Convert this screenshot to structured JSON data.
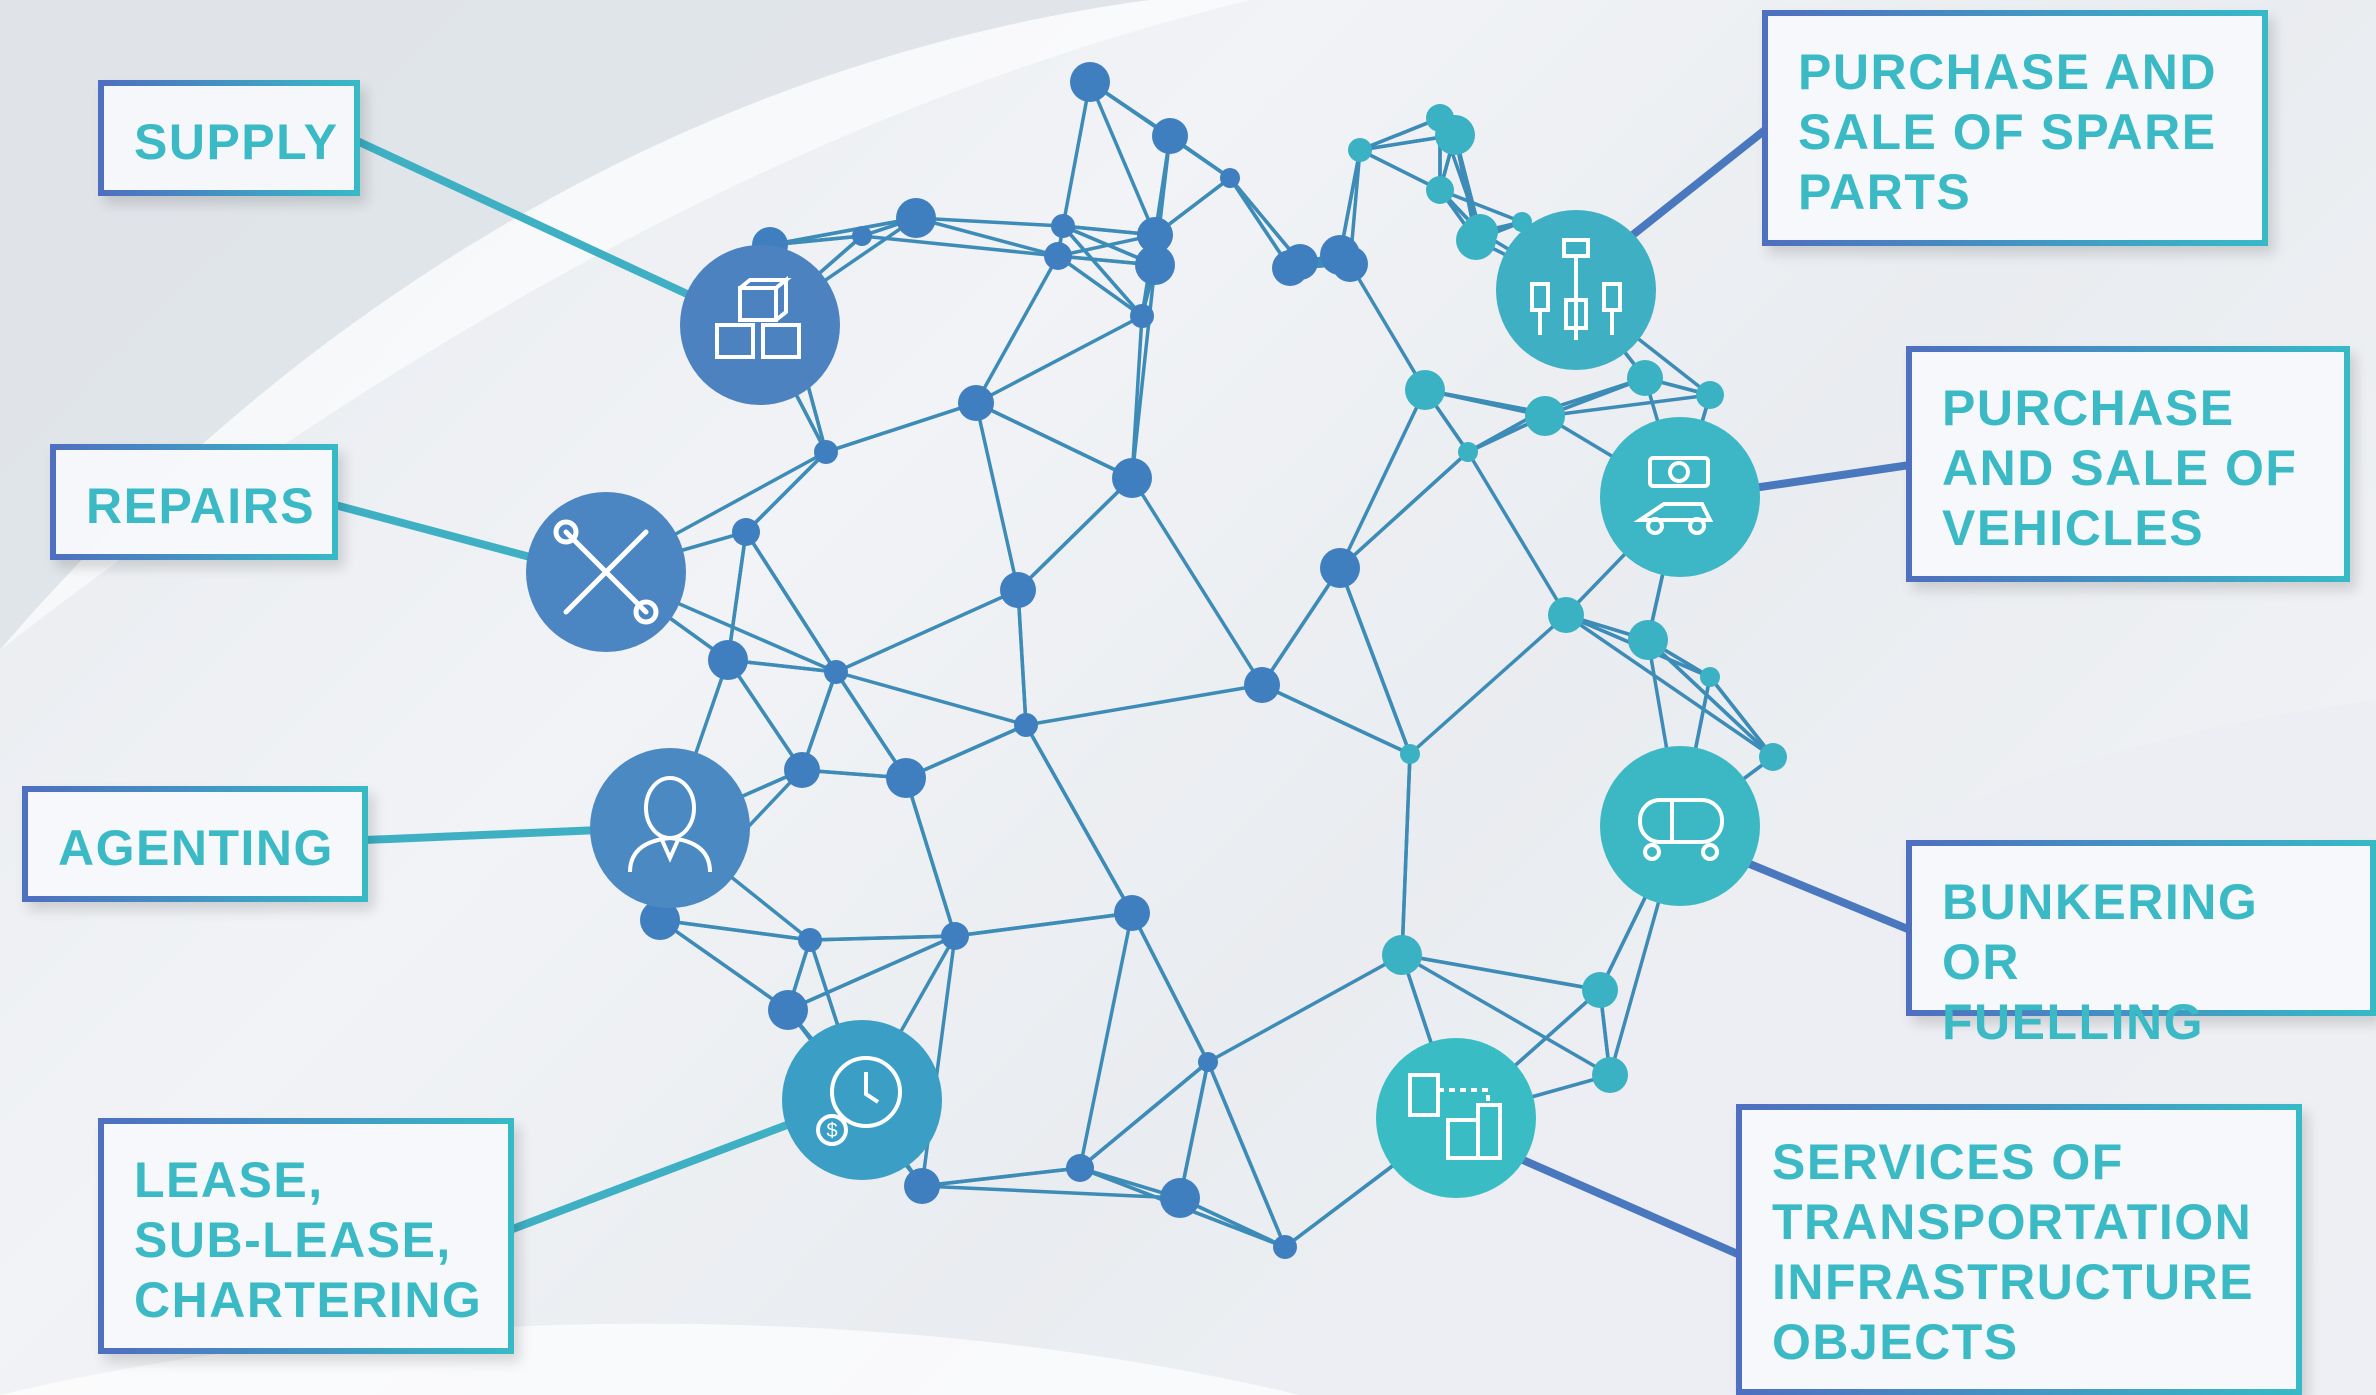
{
  "labels": {
    "supply": "SUPPLY",
    "repairs": "REPAIRS",
    "agenting": "AGENTING",
    "lease": "LEASE,\nSUB-LEASE,\nCHARTERING",
    "spare_parts": "PURCHASE AND\nSALE OF SPARE\nPARTS",
    "vehicles": "PURCHASE\nAND SALE OF\nVEHICLES",
    "bunkering": "BUNKERING OR\nFUELLING",
    "infrastructure": "SERVICES OF\nTRANSPORTATION\nINFRASTRUCTURE\nOBJECTS"
  },
  "icons": {
    "supply": "boxes-icon",
    "repairs": "wrench-screwdriver-icon",
    "agenting": "agent-person-icon",
    "lease": "clock-money-icon",
    "spare_parts": "spare-parts-icon",
    "vehicles": "vehicle-exchange-icon",
    "bunkering": "tanker-wagon-icon",
    "infrastructure": "buildings-icon"
  },
  "colors": {
    "left_accent": "#4f7cc0",
    "right_accent": "#38b5c4",
    "label_text": "#3bbac6",
    "network_line": "#3d8cb8"
  }
}
